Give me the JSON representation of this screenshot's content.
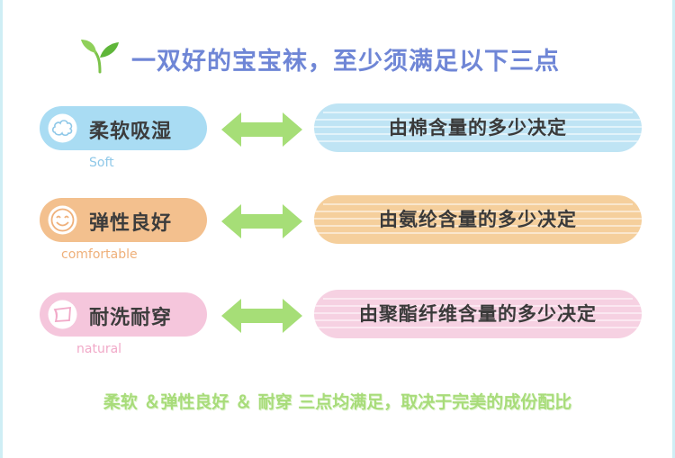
{
  "header": {
    "title": "一双好的宝宝袜，至少须满足以下三点",
    "leaf_icon": "leaf-sprout-icon",
    "title_color": "#6f86d6"
  },
  "rows": [
    {
      "label": "柔软吸湿",
      "sublabel": "Soft",
      "result": "由棉含量的多少决定",
      "icon": "cotton-icon",
      "left_color": "#a9dcf3",
      "right_color": "#bfe4f4",
      "sub_color": "#8fc8e8"
    },
    {
      "label": "弹性良好",
      "sublabel": "comfortable",
      "result": "由氨纶含量的多少决定",
      "icon": "smile-face-icon",
      "left_color": "#f3c08e",
      "right_color": "#f5cf9c",
      "sub_color": "#efb07a"
    },
    {
      "label": "耐洗耐穿",
      "sublabel": "natural",
      "result": "由聚酯纤维含量的多少决定",
      "icon": "fabric-icon",
      "left_color": "#f5c6dc",
      "right_color": "#f6d1e2",
      "sub_color": "#f1a9c8"
    }
  ],
  "arrow_color": "#a6de77",
  "footer": {
    "text": "柔软 ＆弹性良好  ＆ 耐穿 三点均满足，取决于完美的成份配比",
    "color": "#a8dc7a"
  }
}
